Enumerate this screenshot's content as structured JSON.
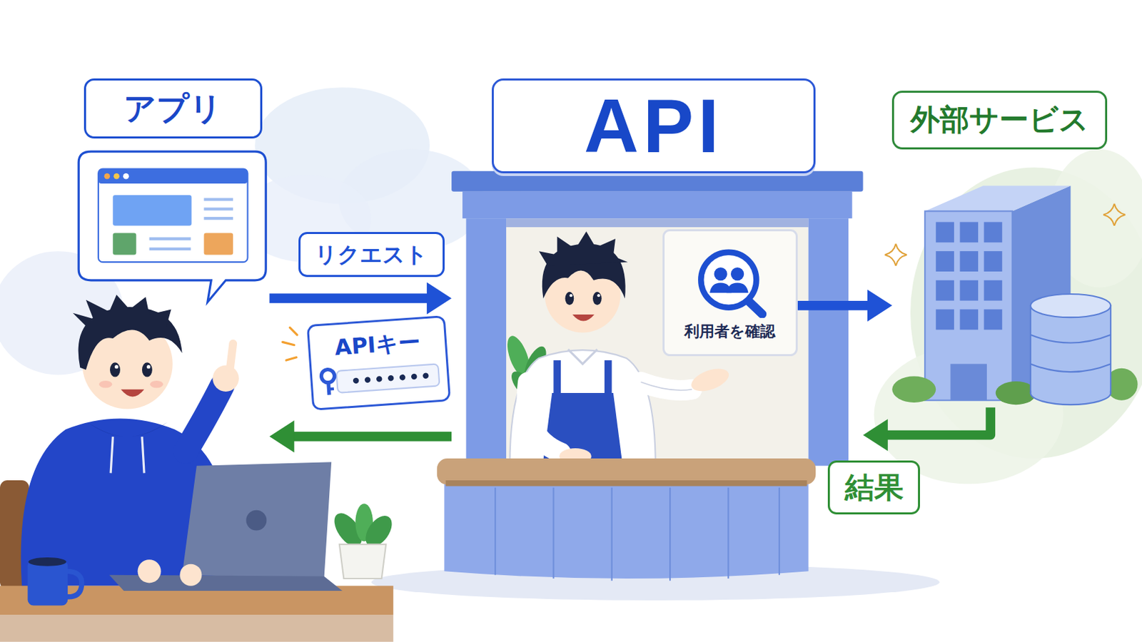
{
  "diagram": {
    "nodes": [
      {
        "text": [
          "アプリ"
        ]
      },
      {
        "text": [
          "API"
        ]
      },
      {
        "text": [
          "利用者を確認"
        ],
        "in": 1
      },
      {
        "text": [
          "外部サービス"
        ]
      },
      {
        "text": [
          "APIキー"
        ]
      }
    ],
    "edges": [
      {
        "from": 0,
        "to": 1,
        "label": "リクエスト",
        "arrow": "to"
      },
      {
        "from": 2,
        "to": 3,
        "arrow": "to"
      },
      {
        "from": 3,
        "to": 1,
        "label": "結果",
        "arrow": "to"
      },
      {
        "from": 1,
        "to": 0,
        "arrow": "to"
      }
    ]
  }
}
